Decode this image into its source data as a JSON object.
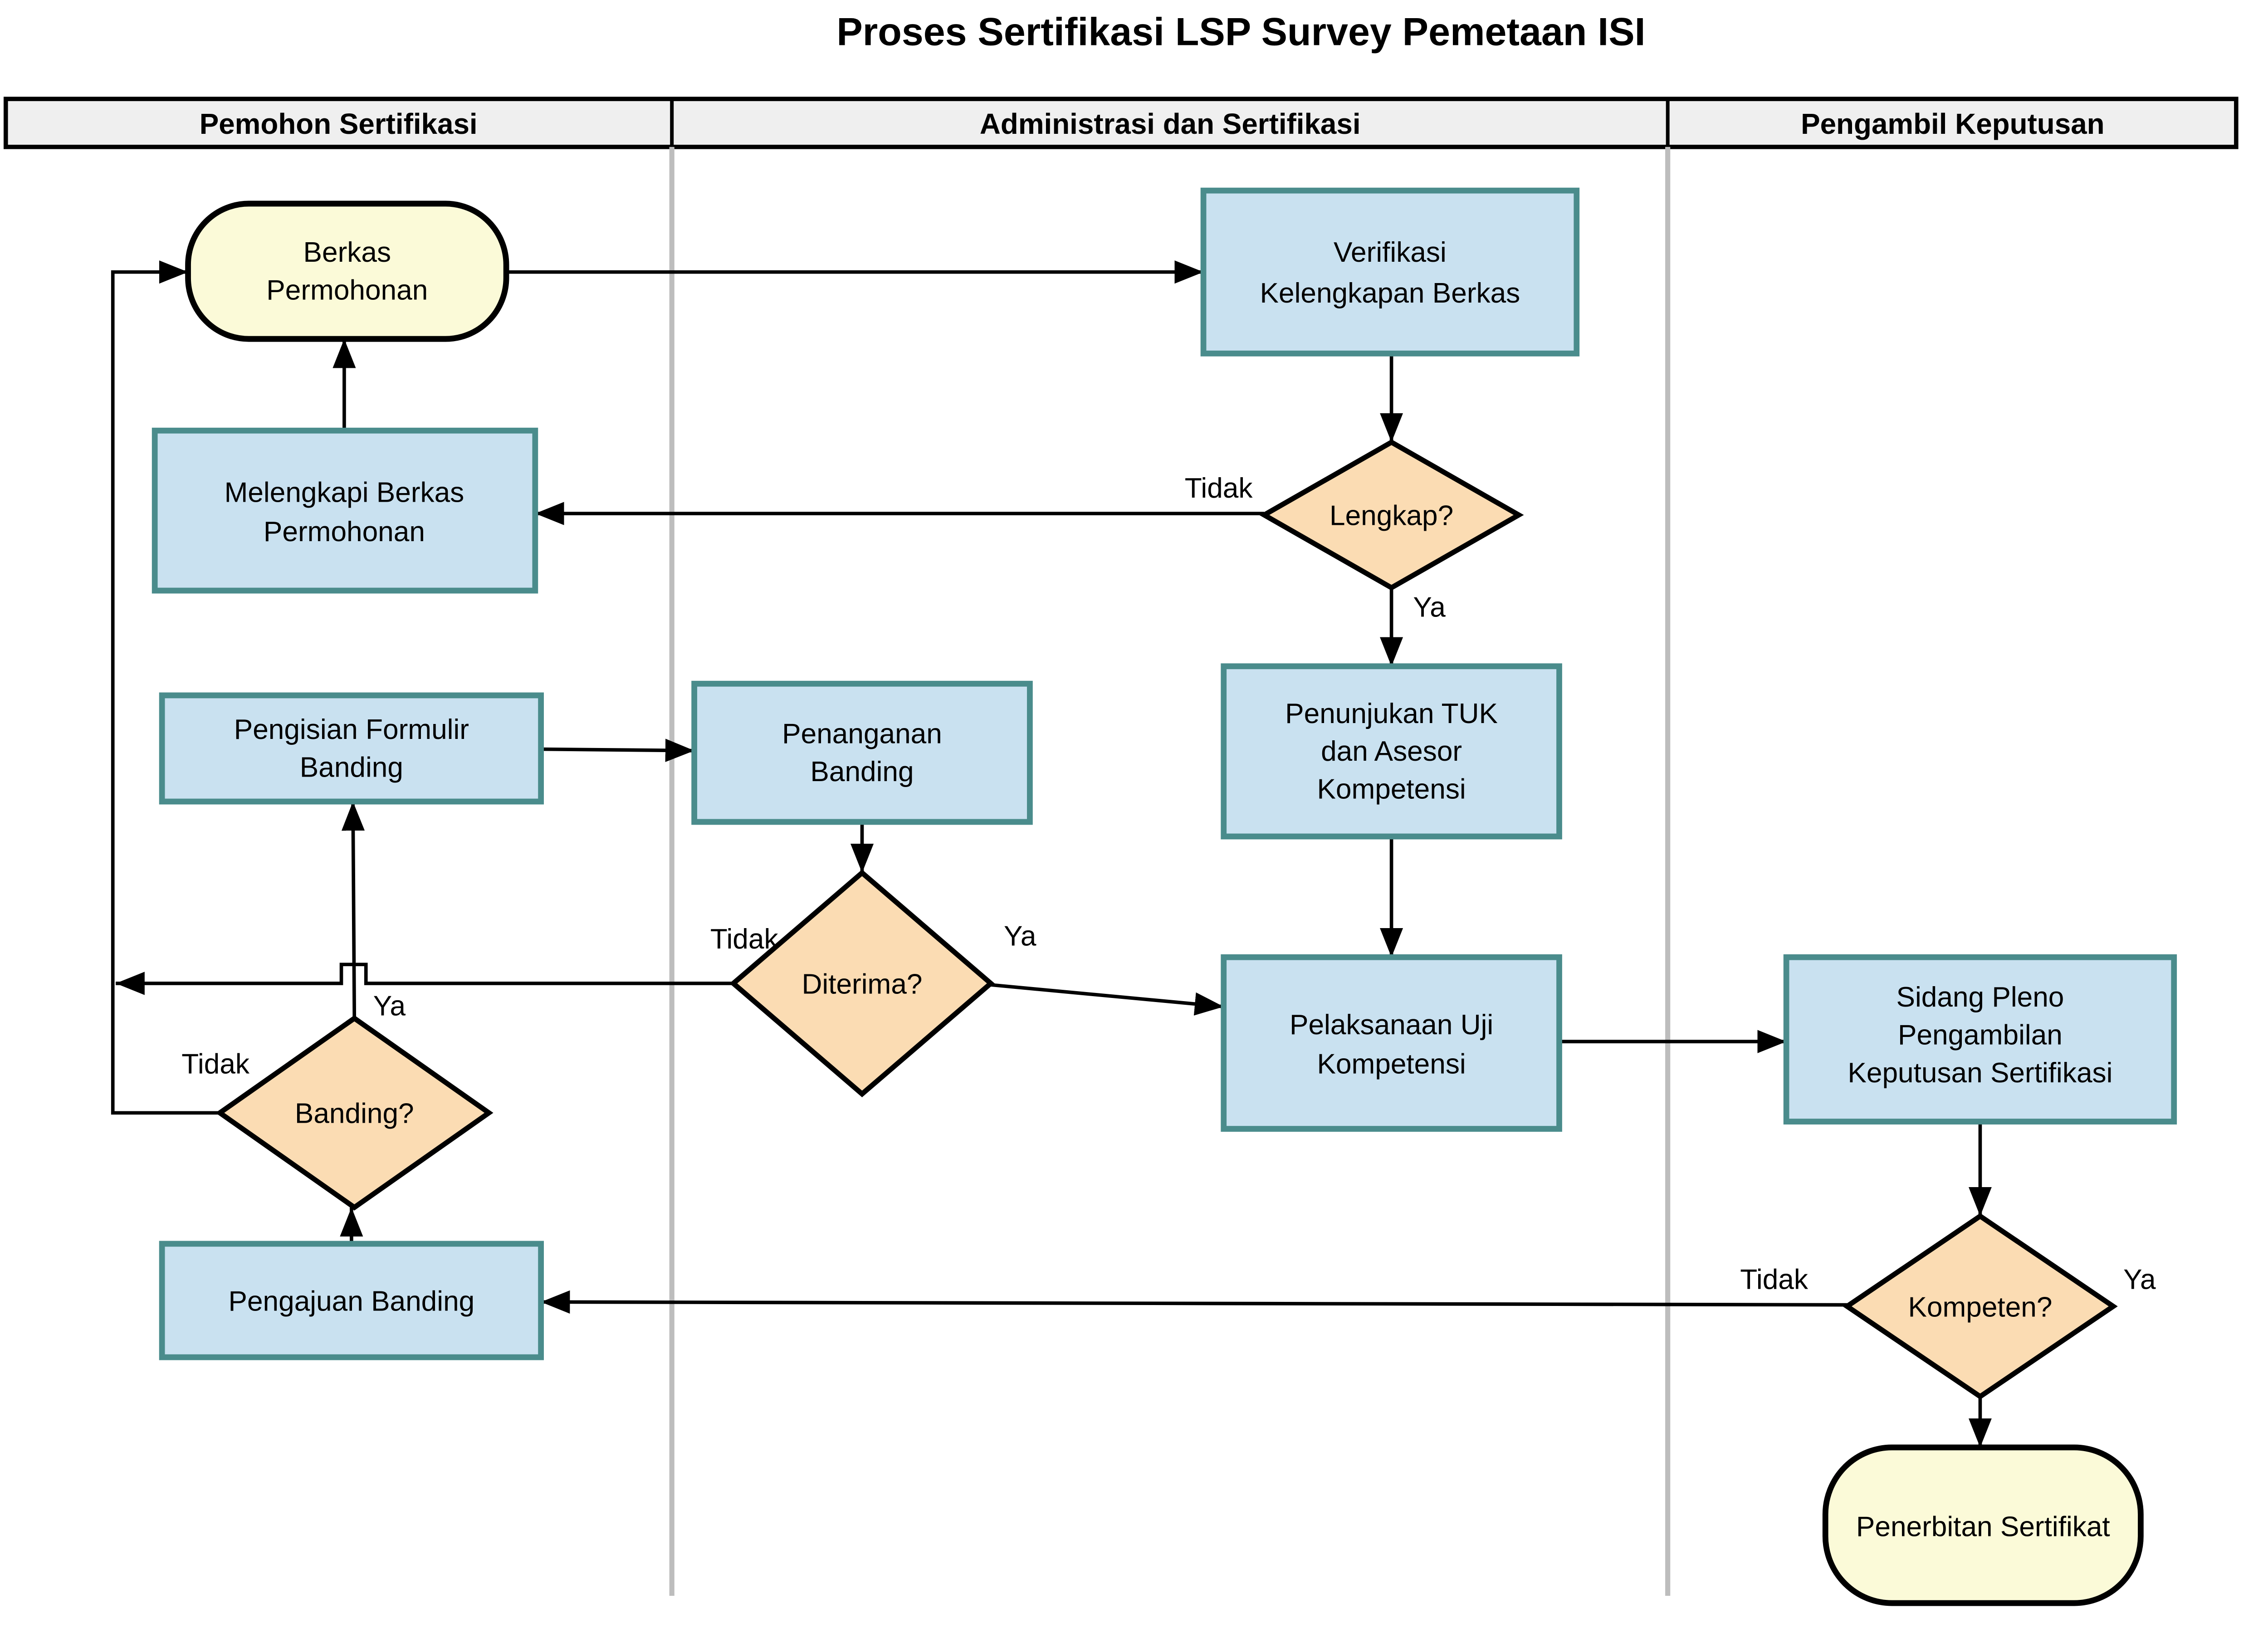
{
  "title": "Proses Sertifikasi LSP Survey Pemetaan ISI",
  "lanes": {
    "lane1": "Pemohon Sertifikasi",
    "lane2": "Administrasi dan Sertifikasi",
    "lane3": "Pengambil Keputusan"
  },
  "nodes": {
    "berkas_permohonan": {
      "type": "terminator",
      "lines": [
        "Berkas",
        "Permohonan"
      ]
    },
    "verifikasi": {
      "type": "process",
      "lines": [
        "Verifikasi",
        "Kelengkapan Berkas"
      ]
    },
    "melengkapi": {
      "type": "process",
      "lines": [
        "Melengkapi Berkas",
        "Permohonan"
      ]
    },
    "lengkap": {
      "type": "decision",
      "lines": [
        "Lengkap?"
      ]
    },
    "penunjukan": {
      "type": "process",
      "lines": [
        "Penunjukan TUK",
        "dan Asesor",
        "Kompetensi"
      ]
    },
    "pengisian": {
      "type": "process",
      "lines": [
        "Pengisian Formulir",
        "Banding"
      ]
    },
    "penanganan": {
      "type": "process",
      "lines": [
        "Penanganan",
        "Banding"
      ]
    },
    "diterima": {
      "type": "decision",
      "lines": [
        "Diterima?"
      ]
    },
    "pelaksanaan": {
      "type": "process",
      "lines": [
        "Pelaksanaan Uji",
        "Kompetensi"
      ]
    },
    "sidang_pleno": {
      "type": "process",
      "lines": [
        "Sidang Pleno",
        "Pengambilan",
        "Keputusan Sertifikasi"
      ]
    },
    "banding": {
      "type": "decision",
      "lines": [
        "Banding?"
      ]
    },
    "pengajuan": {
      "type": "process",
      "lines": [
        "Pengajuan Banding"
      ]
    },
    "kompeten": {
      "type": "decision",
      "lines": [
        "Kompeten?"
      ]
    },
    "penerbitan": {
      "type": "terminator",
      "lines": [
        "Penerbitan Sertifikat"
      ]
    }
  },
  "edge_labels": {
    "lengkap_tidak": "Tidak",
    "lengkap_ya": "Ya",
    "diterima_tidak": "Tidak",
    "diterima_ya": "Ya",
    "banding_tidak": "Tidak",
    "banding_ya": "Ya",
    "kompeten_tidak": "Tidak",
    "kompeten_ya": "Ya"
  },
  "colors": {
    "process_fill": "#C9E1F0",
    "process_border": "#4A8C8C",
    "decision_fill": "#FBDCB3",
    "terminator_fill": "#FBFAD8",
    "shape_border": "#000000",
    "header_fill": "#EFEFEF",
    "lane_divider": "#BDBDBD",
    "connector": "#000000"
  }
}
